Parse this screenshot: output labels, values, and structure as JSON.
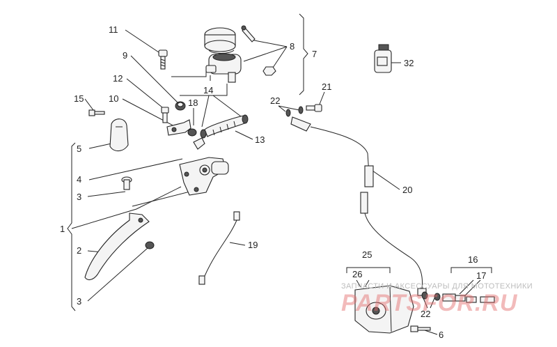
{
  "labels": {
    "l1": "1",
    "l2": "2",
    "l3a": "3",
    "l3b": "3",
    "l4": "4",
    "l5": "5",
    "l6": "6",
    "l7": "7",
    "l8": "8",
    "l9": "9",
    "l10": "10",
    "l11": "11",
    "l12": "12",
    "l13": "13",
    "l14": "14",
    "l15": "15",
    "l16": "16",
    "l17": "17",
    "l18": "18",
    "l19": "19",
    "l20": "20",
    "l21": "21",
    "l22a": "22",
    "l22b": "22",
    "l25": "25",
    "l26": "26",
    "l32": "32"
  },
  "watermark": {
    "line1": "ЗАПЧАСТИ И АКСЕССУАРЫ ДЛЯ МОТОТЕХНИКИ",
    "line2": "PARTSFOR.RU"
  }
}
